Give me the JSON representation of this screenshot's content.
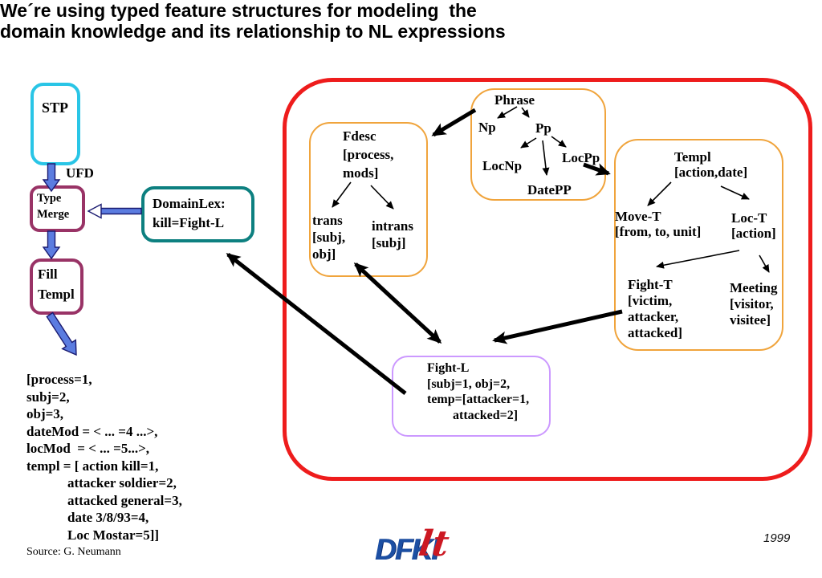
{
  "title": {
    "text": "We´re using typed feature structures for modeling  the\ndomain knowledge and its relationship to NL expressions"
  },
  "pipeline": {
    "stp_label": "STP",
    "ufd_label": "UFD",
    "type_merge_label": "Type\nMerge",
    "fill_templ_label": "Fill\nTempl",
    "domain_lex_label": "DomainLex:\nkill=Fight-L",
    "result_structure": "[process=1,\nsubj=2,\nobj=3,\ndateMod = < ... =4 ...>,\nlocMod  = < ... =5...>,\ntempl = [ action kill=1,\n            attacker soldier=2,\n            attacked general=3,\n            date 3/8/93=4,\n            Loc Mostar=5]]"
  },
  "knowledge_area": {
    "fdesc": {
      "root": "Fdesc\n[process,\nmods]",
      "trans": "trans\n[subj,\nobj]",
      "intrans": "intrans\n[subj]"
    },
    "phrase": {
      "root": "Phrase",
      "np": "Np",
      "pp": "Pp",
      "locnp": "LocNp",
      "locpp": "LocPp",
      "datepp": "DatePP"
    },
    "templ": {
      "root": "Templ\n[action,date]",
      "move_t": "Move-T\n[from, to, unit]",
      "loc_t": "Loc-T\n[action]",
      "fight_t": "Fight-T\n[victim,\nattacker,\nattacked]",
      "meeting": "Meeting\n[visitor,\nvisitee]"
    },
    "fight_l": "Fight-L\n[subj=1, obj=2,\ntemp=[attacker=1,\n        attacked=2]"
  },
  "footer": {
    "source": "Source: G. Neumann",
    "year": "1999",
    "logo_main": "DFKI",
    "logo_accent": "lt"
  },
  "colors": {
    "stp_border": "#29c5e6",
    "merge_border": "#993366",
    "domainlex_border": "#0d8080",
    "boundary_border": "#ee1c1c",
    "tree_box_border": "#f0a43c",
    "fight_l_border": "#cc99ff",
    "block_arrow_fill": "#5b7ce0",
    "block_arrow_outline": "#1a1a70",
    "logo_blue": "#1c4fa3",
    "logo_red": "#cc1822"
  }
}
